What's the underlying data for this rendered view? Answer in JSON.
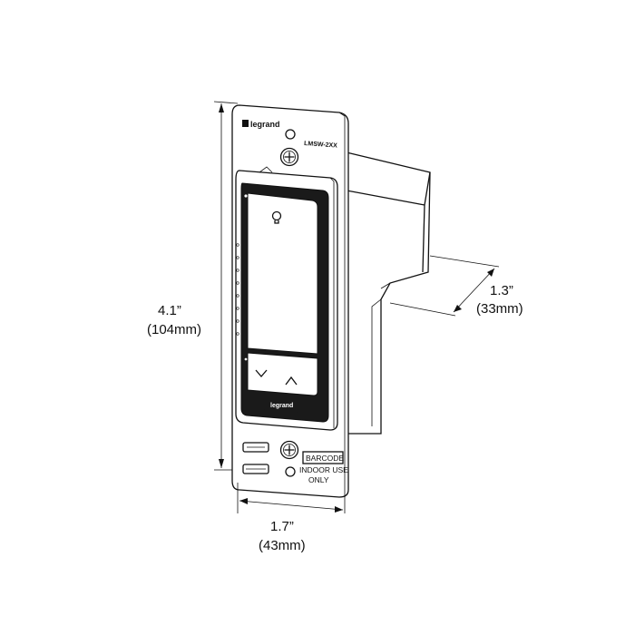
{
  "brand": "legrand",
  "model": "LMSW-2XX",
  "dimensions": {
    "height_in": "4.1”",
    "height_mm": "(104mm)",
    "width_in": "1.7”",
    "width_mm": "(43mm)",
    "depth_in": "1.3”",
    "depth_mm": "(33mm)"
  },
  "labels": {
    "barcode": "BARCODE",
    "indoor_use": "INDOOR USE",
    "only": "ONLY"
  },
  "icons": {
    "bulb": "lightbulb-icon",
    "down": "chevron-down-icon",
    "up": "chevron-up-icon",
    "screw": "screw-icon"
  }
}
